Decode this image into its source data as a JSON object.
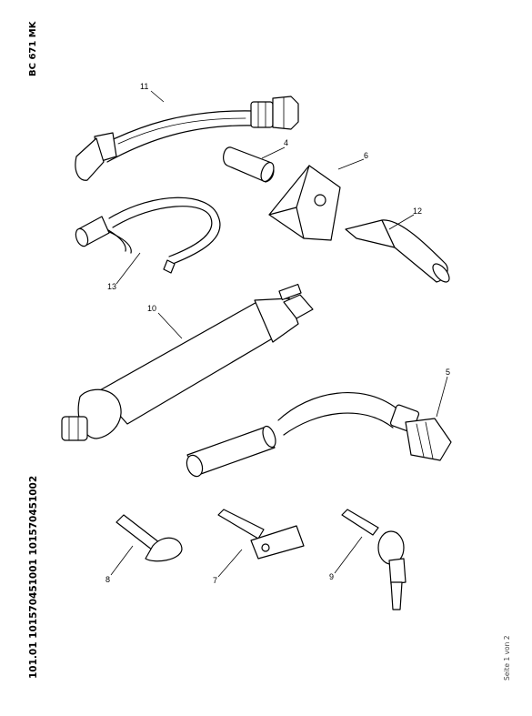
{
  "sheet": {
    "doc_code": "BC 671 MK",
    "part_numbers": "101.01 101570451001 101570451002",
    "page_info": "Seite 1 von 2"
  },
  "callouts": {
    "c1": "11",
    "c2": "4",
    "c3": "6",
    "c4": "12",
    "c5": "13",
    "c6": "10",
    "c7": "5",
    "c8": "8",
    "c9": "7",
    "c10": "9"
  },
  "colors": {
    "line": "#000000",
    "paper": "#ffffff"
  }
}
